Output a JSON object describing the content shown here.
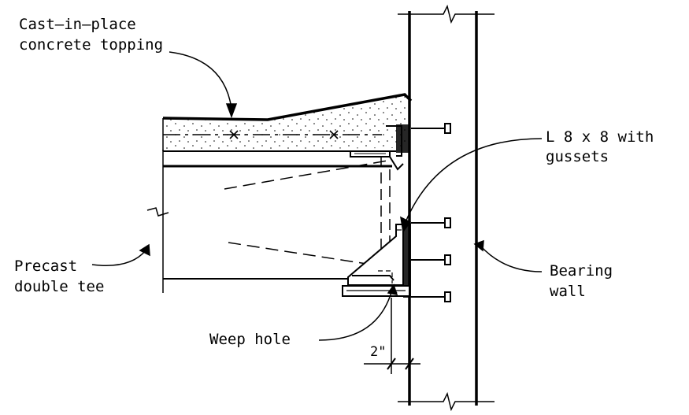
{
  "labels": {
    "topping_line1": "Cast—in—place",
    "topping_line2": "concrete topping",
    "angle_line1": "L 8 x 8 with",
    "angle_line2": "gussets",
    "precast_line1": "Precast",
    "precast_line2": "double tee",
    "wall_line1": "Bearing",
    "wall_line2": "wall",
    "weep": "Weep hole",
    "dimension": "2\""
  },
  "colors": {
    "ink": "#000000",
    "paper": "#ffffff"
  }
}
